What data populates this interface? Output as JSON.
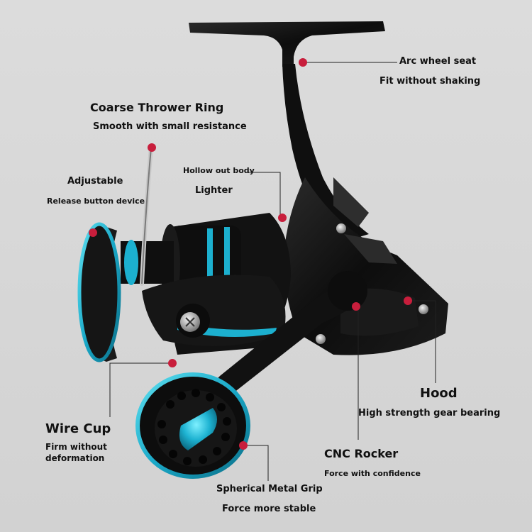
{
  "colors": {
    "background": "#d8d8d8",
    "reel_body": "#111111",
    "accent_teal": "#1fb6d4",
    "marker": "#c81e3c",
    "text": "#111111"
  },
  "callouts": {
    "arc_wheel_seat": {
      "title": "Arc wheel seat",
      "subtitle": "Fit without shaking"
    },
    "coarse_thrower_ring": {
      "title": "Coarse Thrower Ring",
      "subtitle": "Smooth with small resistance"
    },
    "adjustable_release": {
      "title": "Adjustable",
      "subtitle": "Release button device"
    },
    "hollow_out_body": {
      "title": "Hollow out body",
      "subtitle": "Lighter"
    },
    "hood": {
      "title": "Hood",
      "subtitle": "High strength gear bearing"
    },
    "wire_cup": {
      "title": "Wire Cup",
      "subtitle_line1": "Firm without",
      "subtitle_line2": "deformation"
    },
    "cnc_rocker": {
      "title": "CNC Rocker",
      "subtitle": "Force with confidence"
    },
    "spherical_metal_grip": {
      "title": "Spherical Metal Grip",
      "subtitle": "Force more stable"
    }
  },
  "product": {
    "name": "spinning fishing reel"
  }
}
